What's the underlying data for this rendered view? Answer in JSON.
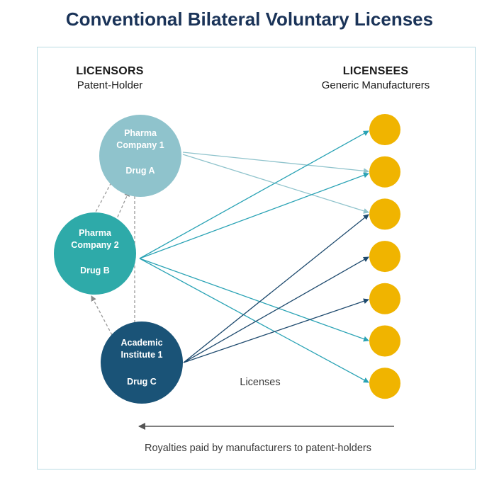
{
  "title": "Conventional Bilateral Voluntary Licenses",
  "licensors": {
    "heading": "LICENSORS",
    "subheading": "Patent-Holder"
  },
  "licensees": {
    "heading": "LICENSEES",
    "subheading": "Generic Manufacturers"
  },
  "nodes": [
    {
      "id": "pharma1",
      "line1": "Pharma",
      "line2": "Company  1",
      "drug": "Drug A",
      "color": "#8fc3cc"
    },
    {
      "id": "pharma2",
      "line1": "Pharma",
      "line2": "Company  2",
      "drug": "Drug B",
      "color": "#2eaaa9"
    },
    {
      "id": "academic1",
      "line1": "Academic",
      "line2": "Institute 1",
      "drug": "Drug C",
      "color": "#1a5377"
    }
  ],
  "licensee_count": 7,
  "licensee_color": "#f0b400",
  "licenses_label": "Licenses",
  "royalties_label": "Royalties paid by manufacturers to patent-holders",
  "colors": {
    "pharma1_arrow": "#8fc3cc",
    "pharma2_arrow": "#2aa3b5",
    "academic_arrow": "#1e4a6e",
    "dashed": "#9a9a9a",
    "royalty_arrow": "#555555"
  }
}
